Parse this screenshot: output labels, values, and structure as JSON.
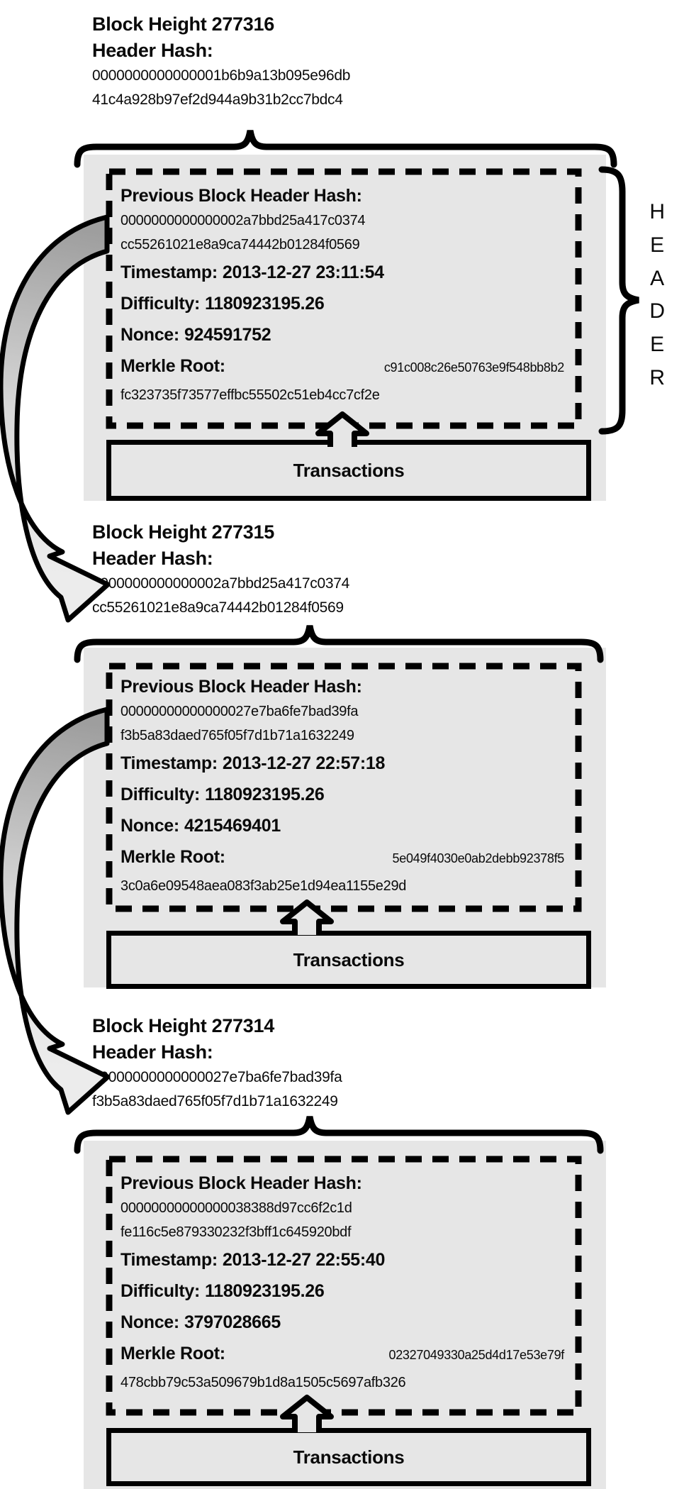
{
  "colors": {
    "block_background": "#e6e6e6",
    "stroke": "#000000",
    "arrow_tail_gray": "#9e9e9e",
    "arrow_head_gray": "#ececec"
  },
  "header_letters": [
    "H",
    "E",
    "A",
    "D",
    "E",
    "R"
  ],
  "blocks": [
    {
      "block_height_label": "Block Height 277316",
      "header_hash_label": "Header Hash:",
      "header_hash_line1": "0000000000000001b6b9a13b095e96db",
      "header_hash_line2": "41c4a928b97ef2d944a9b31b2cc7bdc4",
      "previous_hash_label": "Previous Block Header Hash:",
      "previous_hash_line1": "0000000000000002a7bbd25a417c0374",
      "previous_hash_line2": "cc55261021e8a9ca74442b01284f0569",
      "timestamp_label": "Timestamp:",
      "timestamp_value": "2013-12-27 23:11:54",
      "difficulty_label": "Difficulty:",
      "difficulty_value": "1180923195.26",
      "nonce_label": "Nonce:",
      "nonce_value": "924591752",
      "merkle_root_label": "Merkle Root:",
      "merkle_root_line1": "c91c008c26e50763e9f548bb8b2",
      "merkle_root_line2": "fc323735f73577effbc55502c51eb4cc7cf2e",
      "transactions_label": "Transactions"
    },
    {
      "block_height_label": "Block Height 277315",
      "header_hash_label": "Header Hash:",
      "header_hash_line1": "0000000000000002a7bbd25a417c0374",
      "header_hash_line2": "cc55261021e8a9ca74442b01284f0569",
      "previous_hash_label": "Previous Block Header Hash:",
      "previous_hash_line1": "00000000000000027e7ba6fe7bad39fa",
      "previous_hash_line2": "f3b5a83daed765f05f7d1b71a1632249",
      "timestamp_label": "Timestamp:",
      "timestamp_value": "2013-12-27 22:57:18",
      "difficulty_label": "Difficulty:",
      "difficulty_value": "1180923195.26",
      "nonce_label": "Nonce:",
      "nonce_value": "4215469401",
      "merkle_root_label": "Merkle Root:",
      "merkle_root_line1": "5e049f4030e0ab2debb92378f5",
      "merkle_root_line2": "3c0a6e09548aea083f3ab25e1d94ea1155e29d",
      "transactions_label": "Transactions"
    },
    {
      "block_height_label": "Block Height 277314",
      "header_hash_label": "Header Hash:",
      "header_hash_line1": "00000000000000027e7ba6fe7bad39fa",
      "header_hash_line2": "f3b5a83daed765f05f7d1b71a1632249",
      "previous_hash_label": "Previous Block Header Hash:",
      "previous_hash_line1": "00000000000000038388d97cc6f2c1d",
      "previous_hash_line2": "fe116c5e879330232f3bff1c645920bdf",
      "timestamp_label": "Timestamp:",
      "timestamp_value": "2013-12-27 22:55:40",
      "difficulty_label": "Difficulty:",
      "difficulty_value": "1180923195.26",
      "nonce_label": "Nonce:",
      "nonce_value": "3797028665",
      "merkle_root_label": "Merkle Root:",
      "merkle_root_line1": "02327049330a25d4d17e53e79f",
      "merkle_root_line2": "478cbb79c53a509679b1d8a1505c5697afb326",
      "transactions_label": "Transactions"
    }
  ]
}
